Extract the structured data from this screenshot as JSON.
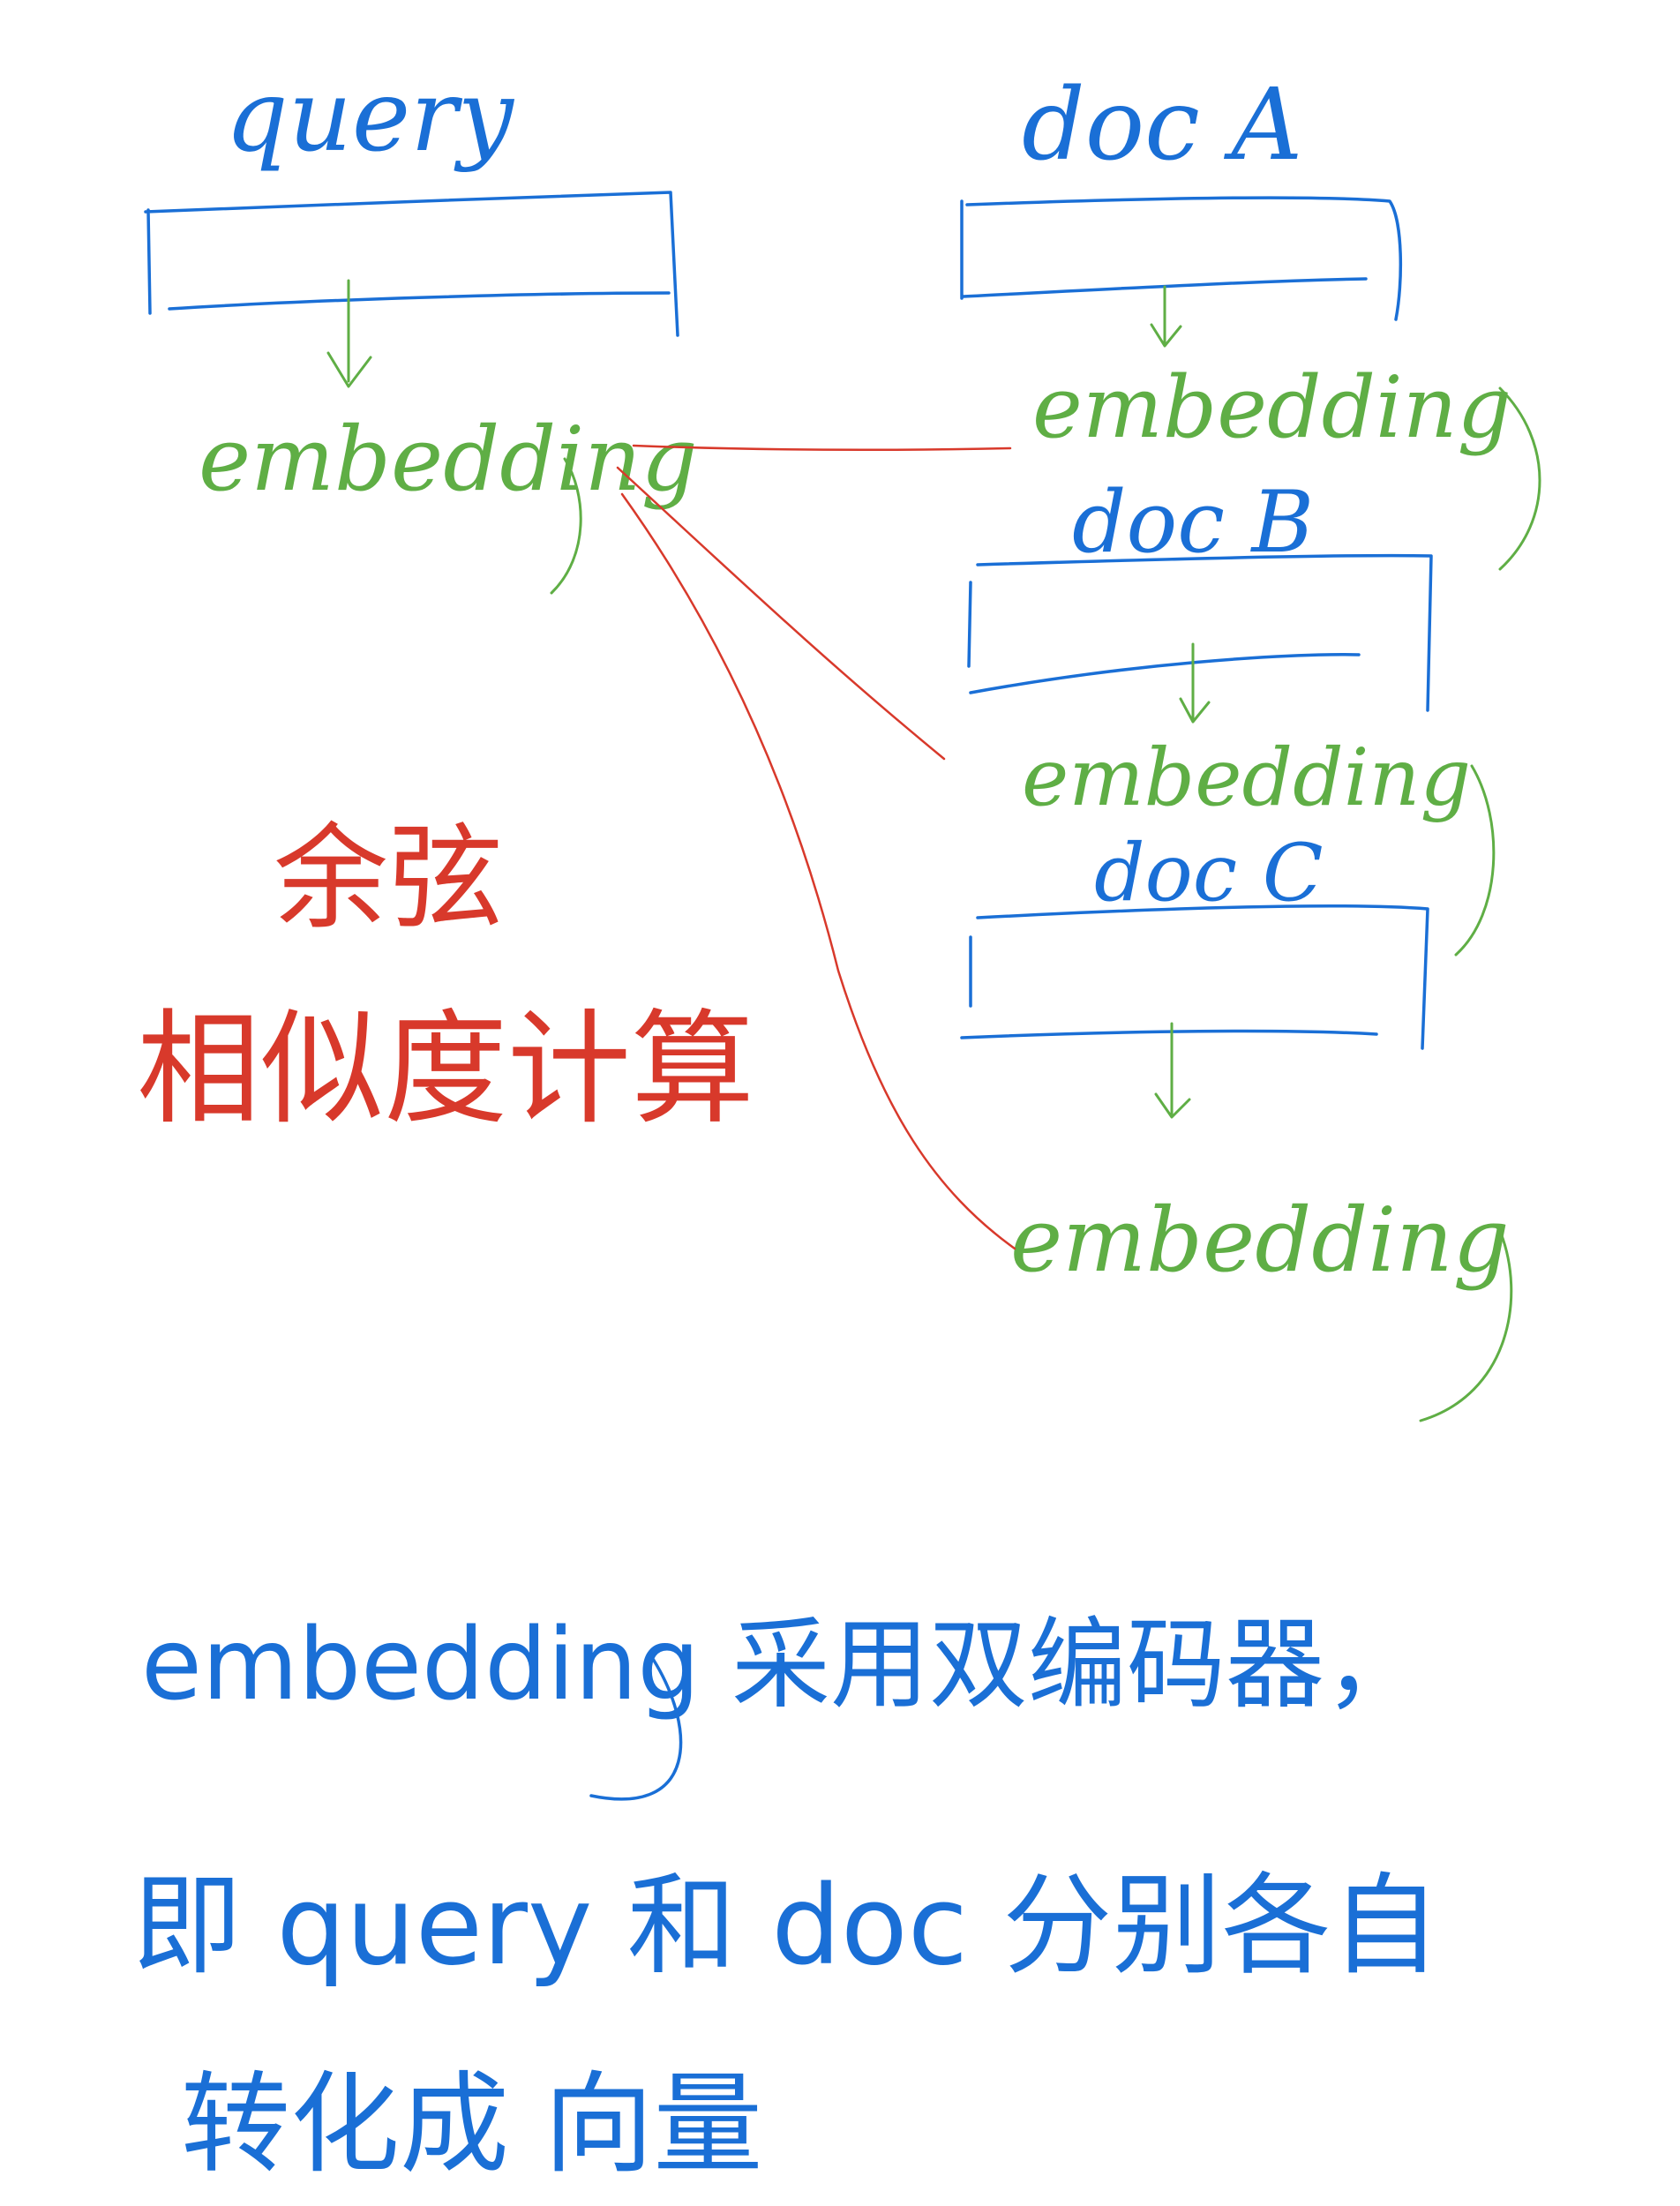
{
  "colors": {
    "blue_ink": "#1a6fd6",
    "green_ink": "#5fae45",
    "red_ink": "#d8392b",
    "background": "#ffffff"
  },
  "query_block": {
    "label": "query",
    "embedding_label": "embedding"
  },
  "doc_a_block": {
    "label": "doc A",
    "embedding_label": "embedding"
  },
  "doc_b_block": {
    "label": "doc B",
    "embedding_label": "embedding"
  },
  "doc_c_block": {
    "label": "doc C",
    "embedding_label": "embedding"
  },
  "red_note": {
    "line1": "余弦",
    "line2": "相似度计算"
  },
  "summary_note": {
    "line1": "embedding 采用双编码器，",
    "line2": "即 query 和 doc 分别各自",
    "line3": "转化成 向量"
  }
}
